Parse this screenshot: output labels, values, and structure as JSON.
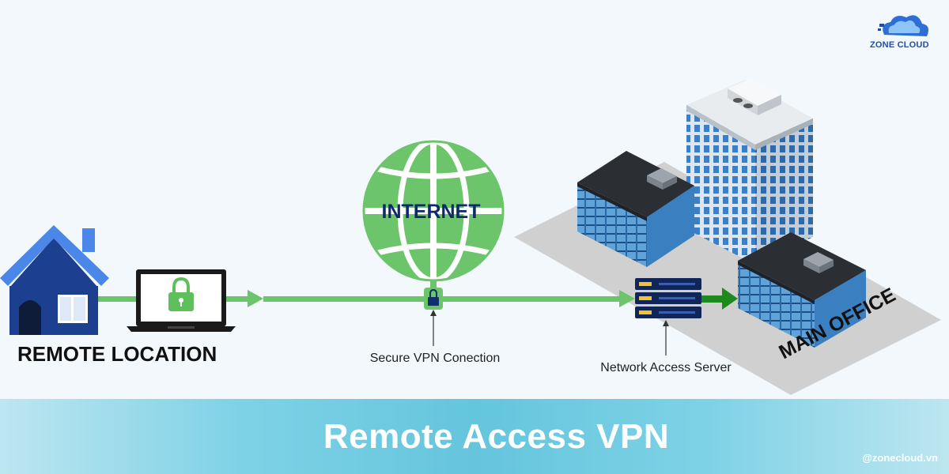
{
  "brand": {
    "logo_text": "ZONE CLOUD",
    "handle": "@zonecloud.vn"
  },
  "banner": {
    "title": "Remote Access VPN"
  },
  "diagram": {
    "internet_label": "INTERNET",
    "remote_label": "REMOTE LOCATION",
    "vpn_label": "Secure VPN Conection",
    "nas_label": "Network Access Server",
    "office_label": "MAIN OFFICE"
  },
  "colors": {
    "background": "#f2f8fc",
    "green": "#6cc56a",
    "dark_green": "#1e8a1e",
    "house_blue": "#1c3f8f",
    "banner_cyan": "#64c5dd",
    "text_dark": "#111111"
  },
  "icons": [
    "cloud-logo-icon",
    "globe-icon",
    "house-icon",
    "laptop-icon",
    "lock-icon",
    "server-icon",
    "building-icon"
  ]
}
